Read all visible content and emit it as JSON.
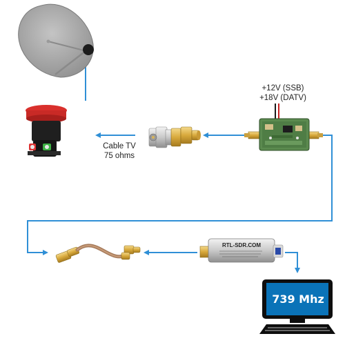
{
  "labels": {
    "cable_tv_line1": "Cable TV",
    "cable_tv_line2": "75 ohms",
    "power_line1": "+12V (SSB)",
    "power_line2": "+18V (DATV)",
    "rtl_brand": "RTL-SDR.COM",
    "frequency": "739 Mhz"
  },
  "colors": {
    "arrow": "#2f8fd6",
    "dish": "#a9a9a9",
    "lnb_cap": "#d9302c",
    "pcb": "#4f7d45",
    "monitor": "#0e0e0e",
    "screen": "#0a73b8"
  }
}
